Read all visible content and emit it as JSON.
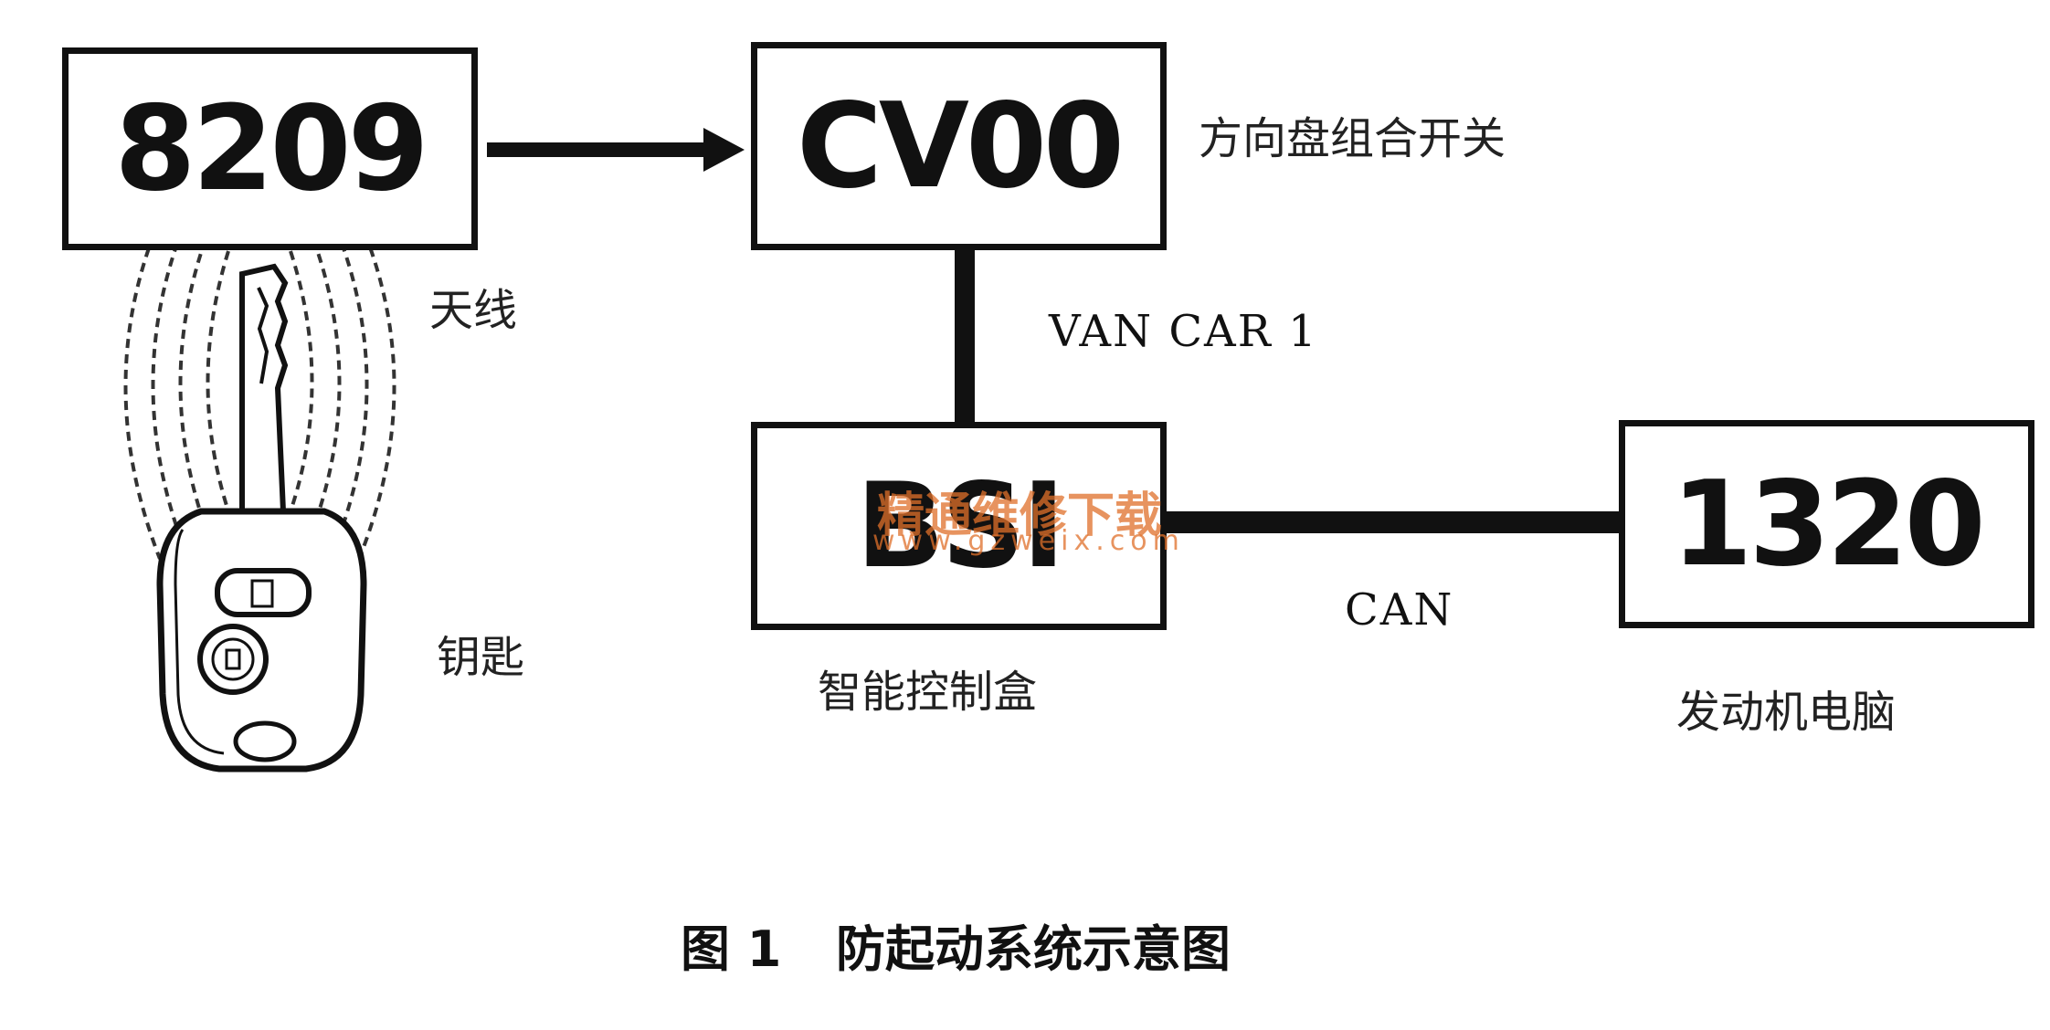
{
  "nodes": {
    "antenna_module": {
      "code": "8209",
      "label": "天线"
    },
    "steering_switch": {
      "code": "CV00",
      "label": "方向盘组合开关"
    },
    "bsi": {
      "code": "BSI",
      "label": "智能控制盒"
    },
    "engine_ecu": {
      "code": "1320",
      "label": "发动机电脑"
    },
    "key": {
      "label": "钥匙"
    }
  },
  "buses": {
    "van": "VAN CAR 1",
    "can": "CAN"
  },
  "watermark": {
    "title": "精通维修下载",
    "url": "www.gzweix.com"
  },
  "caption": {
    "number": "图 1",
    "title": "防起动系统示意图"
  }
}
